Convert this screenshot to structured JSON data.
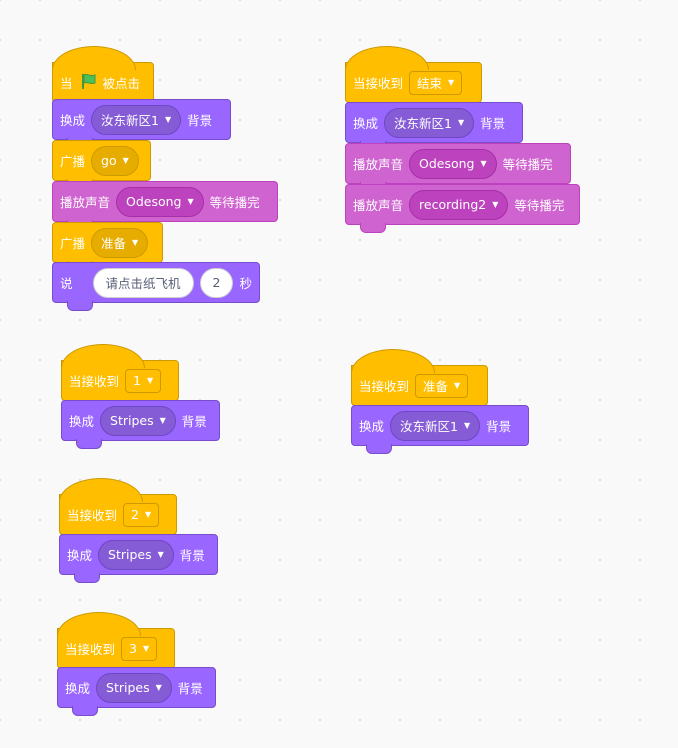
{
  "blocks": {
    "when_flag": "当",
    "clicked": "被点击",
    "switch_backdrop": "换成",
    "backdrop": "背景",
    "broadcast": "广播",
    "play_sound": "播放声音",
    "until_done": "等待播完",
    "say": "说",
    "seconds": "秒",
    "when_receive": "当接收到"
  },
  "values": {
    "backdrop_xd": "汝东新区1",
    "backdrop_stripes": "Stripes",
    "msg_go": "go",
    "msg_ready": "准备",
    "msg_end": "结束",
    "msg_1": "1",
    "msg_2": "2",
    "msg_3": "3",
    "sound_odesong": "Odesong",
    "sound_recording2": "recording2",
    "say_text": "请点击纸飞机",
    "say_secs": "2"
  },
  "icons": {
    "flag": "green-flag-icon",
    "caret": "caret-down-icon"
  },
  "colors": {
    "events": "#ffbf00",
    "looks": "#9966ff",
    "sound": "#cf63cf",
    "flag_green": "#4cbf56"
  }
}
